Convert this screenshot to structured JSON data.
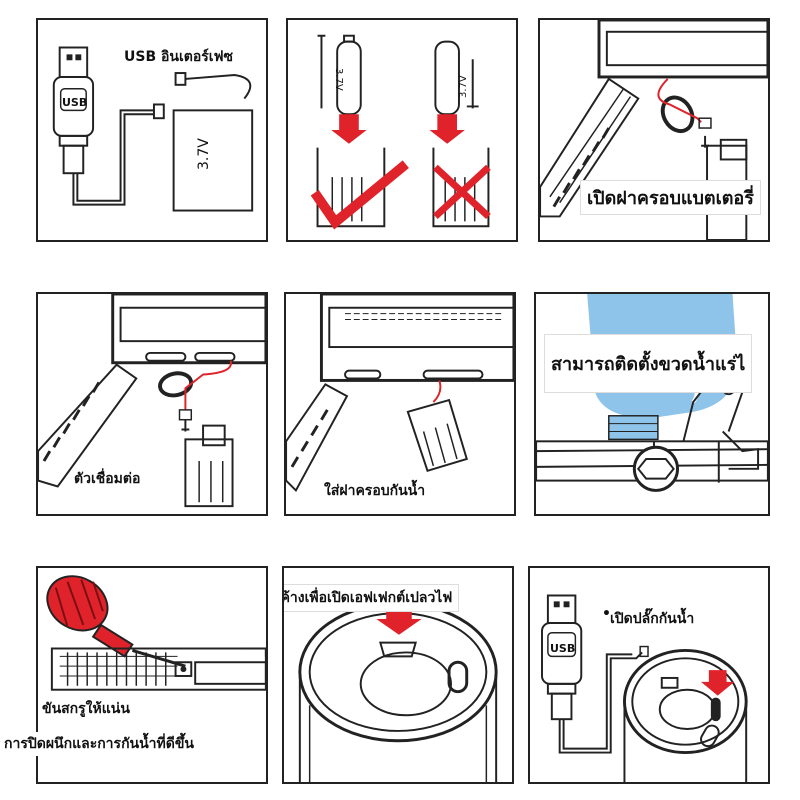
{
  "p1": {
    "caption": "USB อินเตอร์เฟซ",
    "usb": "USB",
    "battery_label": "3.7V"
  },
  "p2": {
    "battery_ok": "3.7V",
    "battery_bad": "3.7V"
  },
  "p3": {
    "caption": "เปิดฝาครอบแบตเตอรี่"
  },
  "p4": {
    "caption": "ตัวเชื่อมต่อ"
  },
  "p5": {
    "caption": "ใส่ฝาครอบกันน้ำ"
  },
  "p6": {
    "caption": "สามารถติดตั้งขวดน้ำแร่ไ"
  },
  "p7": {
    "caption_1": "ขันสกรูให้แน่น",
    "caption_2": "การปิดผนึกและการกันน้ำที่ดีขึ้น"
  },
  "p8": {
    "caption": "กดค้างเพื่อเปิดเอฟเฟกต์เปลวไฟ"
  },
  "p9": {
    "caption": "เปิดปลั๊กกันน้ำ",
    "usb": "USB"
  },
  "colors": {
    "accent_red": "#e0222a",
    "line": "#222222",
    "bottle_blue": "#8fc4ea"
  }
}
